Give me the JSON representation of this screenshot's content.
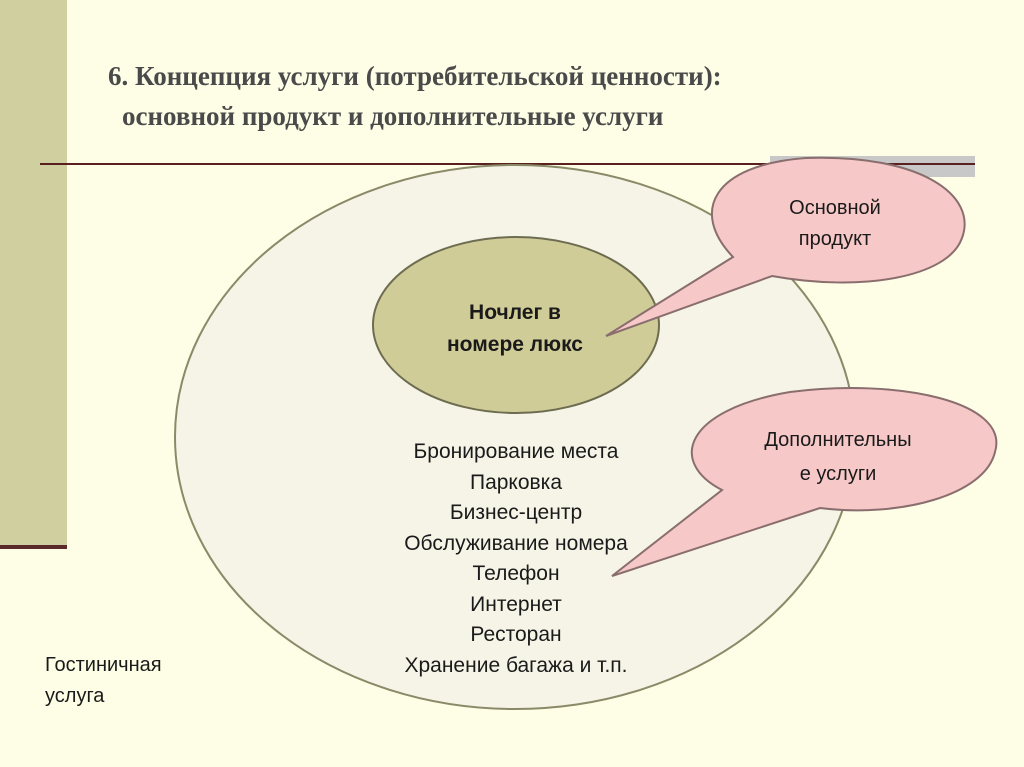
{
  "title": {
    "line1": "6. Концепция услуги (потребительской ценности):",
    "line2": "основной продукт и дополнительные услуги"
  },
  "core": {
    "line1": "Ночлег в",
    "line2": "номере люкс"
  },
  "services": [
    "Бронирование места",
    "Парковка",
    "Бизнес-центр",
    "Обслуживание номера",
    "Телефон",
    "Интернет",
    "Ресторан",
    "Хранение багажа и т.п."
  ],
  "callout_core": {
    "line1": "Основной",
    "line2": "продукт"
  },
  "callout_extra": {
    "line1": "Дополнительны",
    "line2": "е услуги"
  },
  "outer_label": {
    "line1": "Гостиничная",
    "line2": "услуга"
  },
  "colors": {
    "background": "#fefee6",
    "outer_circle": "#f5f4e6",
    "core_circle": "#cfcc98",
    "callout": "#f6c8c8",
    "accent_rule": "#5a1f1f"
  }
}
